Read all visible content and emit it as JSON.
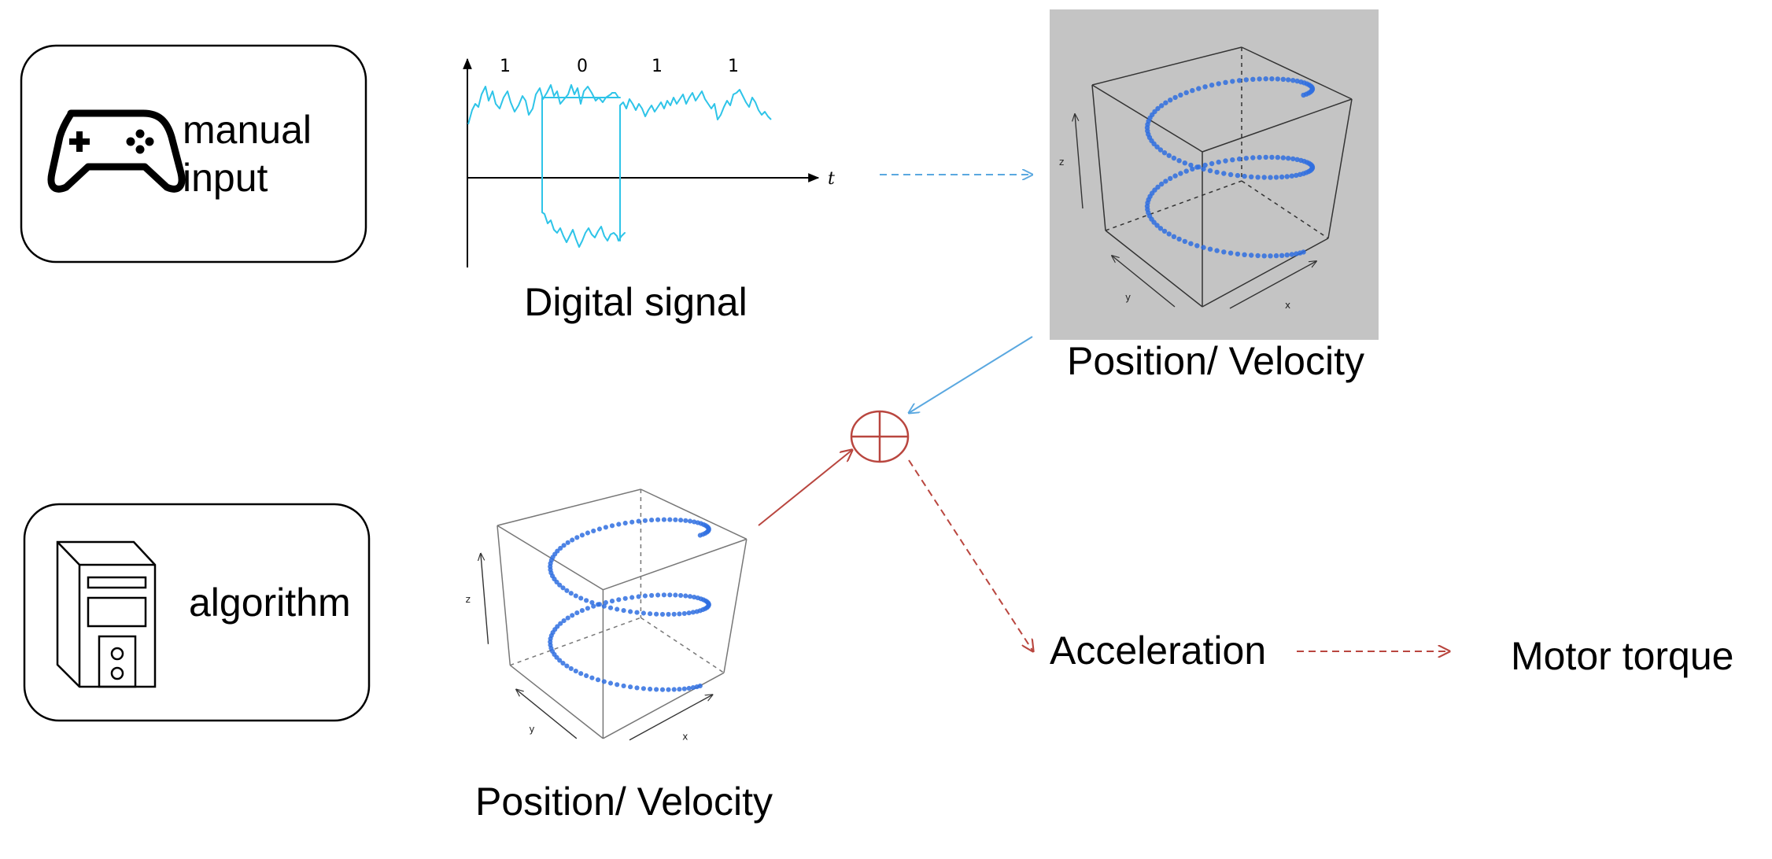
{
  "sources": {
    "manual": {
      "label_line1": "manual",
      "label_line2": "input",
      "icon": "gamepad-icon"
    },
    "algorithm": {
      "label": "algorithm",
      "icon": "computer-tower-icon"
    }
  },
  "signal": {
    "caption": "Digital signal",
    "bits": [
      "1",
      "0",
      "1",
      "1"
    ],
    "axis_label": "t",
    "color": "#2ec4e8"
  },
  "plots": {
    "top": {
      "caption": "Position/ Velocity",
      "axis_x": "x",
      "axis_y": "y",
      "axis_z": "z",
      "background": "#c4c4c4"
    },
    "bottom": {
      "caption": "Position/ Velocity",
      "axis_x": "x",
      "axis_y": "y",
      "axis_z": "z"
    }
  },
  "flow": {
    "acceleration": "Acceleration",
    "motor_torque": "Motor torque"
  },
  "colors": {
    "blue_arrow": "#5aa8e0",
    "red_arrow": "#b9463f",
    "helix": "#2f6fe0"
  }
}
